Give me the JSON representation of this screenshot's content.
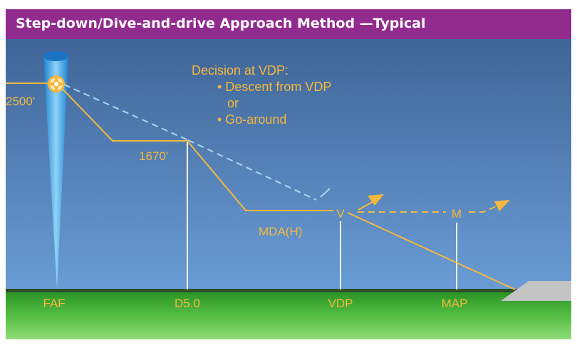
{
  "title": "Step-down/Dive-and-drive  Approach Method —Typical",
  "decision": {
    "heading": "Decision  at VDP:",
    "option1": "• Descent from VDP",
    "or": "or",
    "option2": "• Go-around"
  },
  "altitudes": {
    "initial": "2500'",
    "stepdown": "1670'",
    "mda": "MDA(H)"
  },
  "markers": {
    "vdp": "V",
    "map": "M"
  },
  "ground_labels": {
    "faf": "FAF",
    "d50": "D5.0",
    "vdp": "VDP",
    "map": "MAP"
  },
  "icons": [
    "fix-waypoint-icon",
    "go-around-arrow-icon"
  ],
  "colors": {
    "title_bar": "#912b8e",
    "sky_top": "#3f6597",
    "sky_bottom": "#6a9dd6",
    "ground": "#2f9f2a",
    "path": "#f6b83c",
    "glide_reference": "#a9d6f1",
    "runway": "#c4c4c4"
  }
}
